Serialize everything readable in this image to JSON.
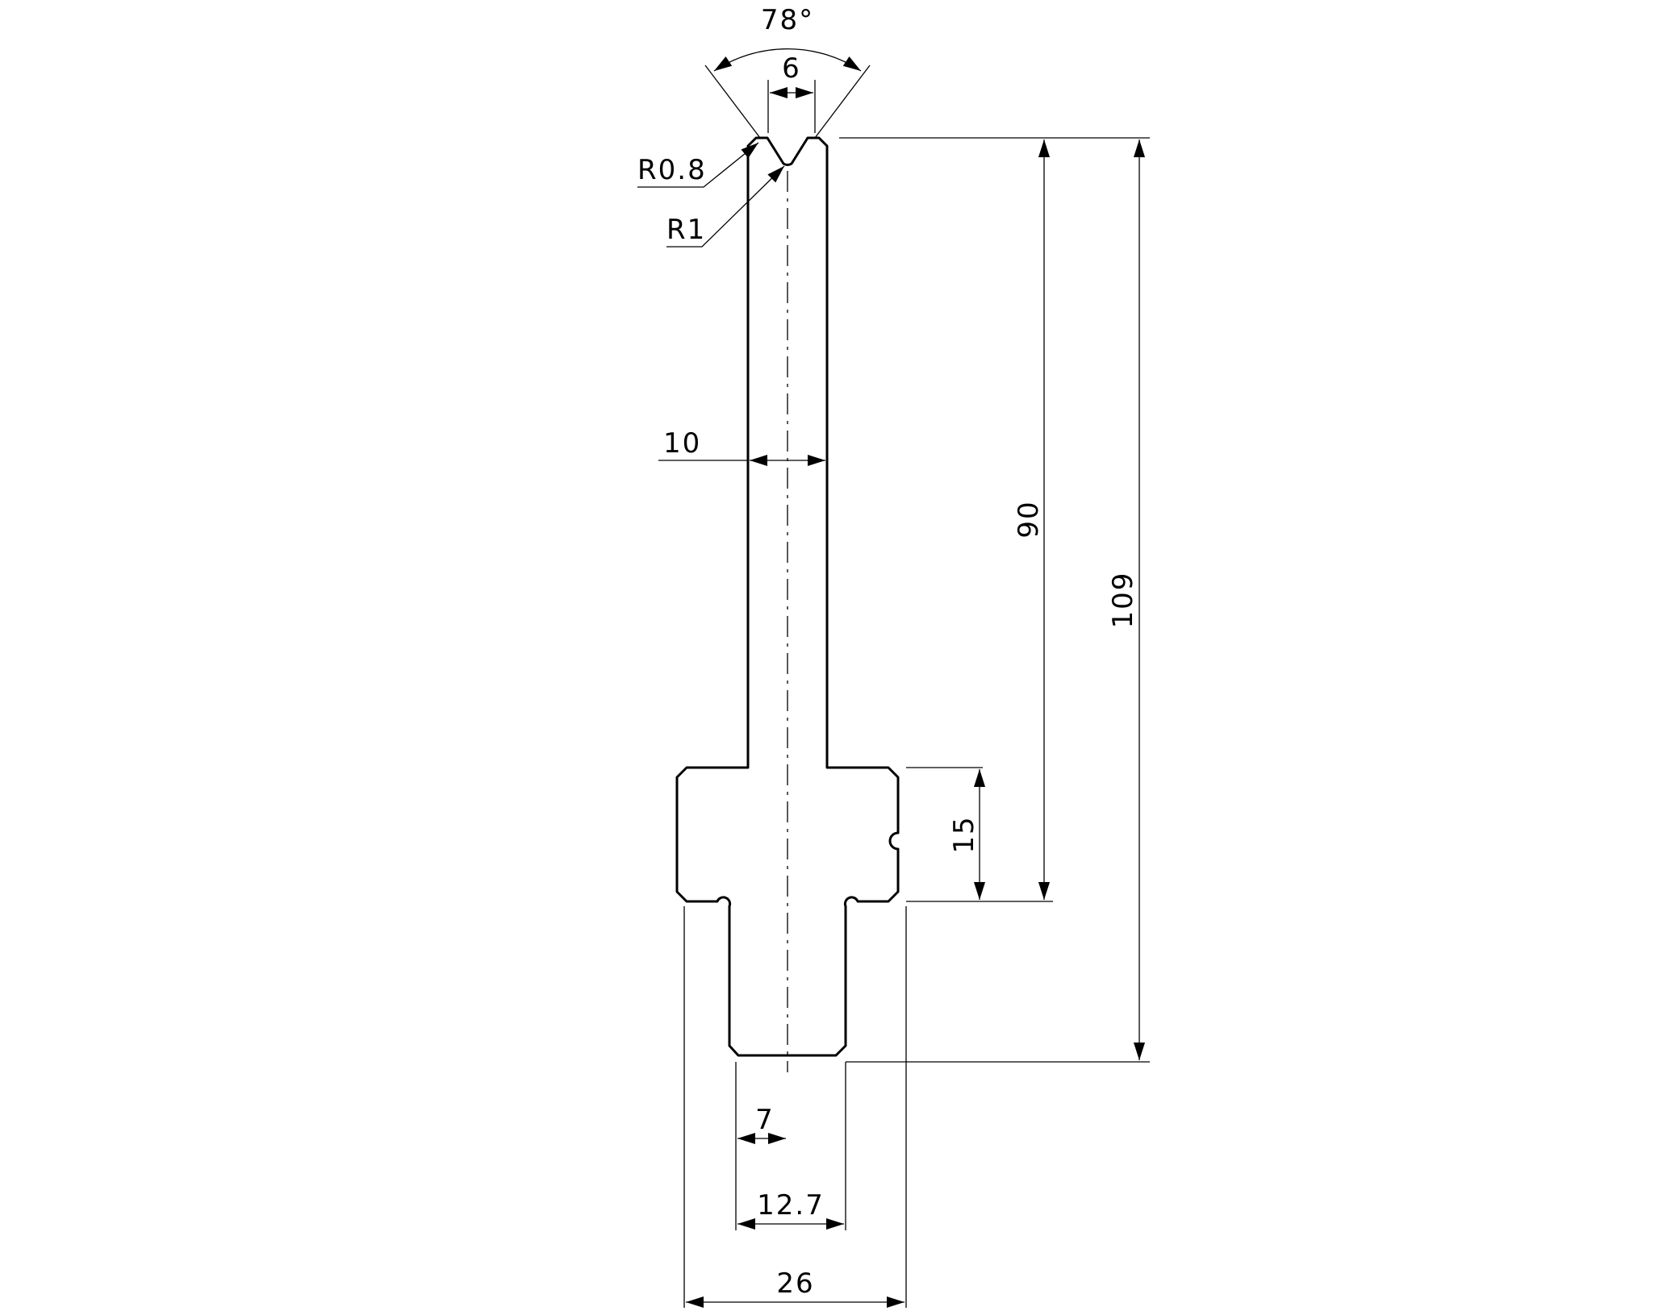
{
  "drawing": {
    "labels": {
      "angle_top": "78°",
      "opening_width": "6",
      "radius_outer": "R0.8",
      "radius_inner": "R1",
      "body_width": "10",
      "height_90": "90",
      "height_total": "109",
      "clamp_height": "15",
      "half_tang": "7",
      "tang_width": "12.7",
      "base_width": "26"
    },
    "colors": {
      "line": "#000000",
      "background": "#ffffff"
    }
  }
}
